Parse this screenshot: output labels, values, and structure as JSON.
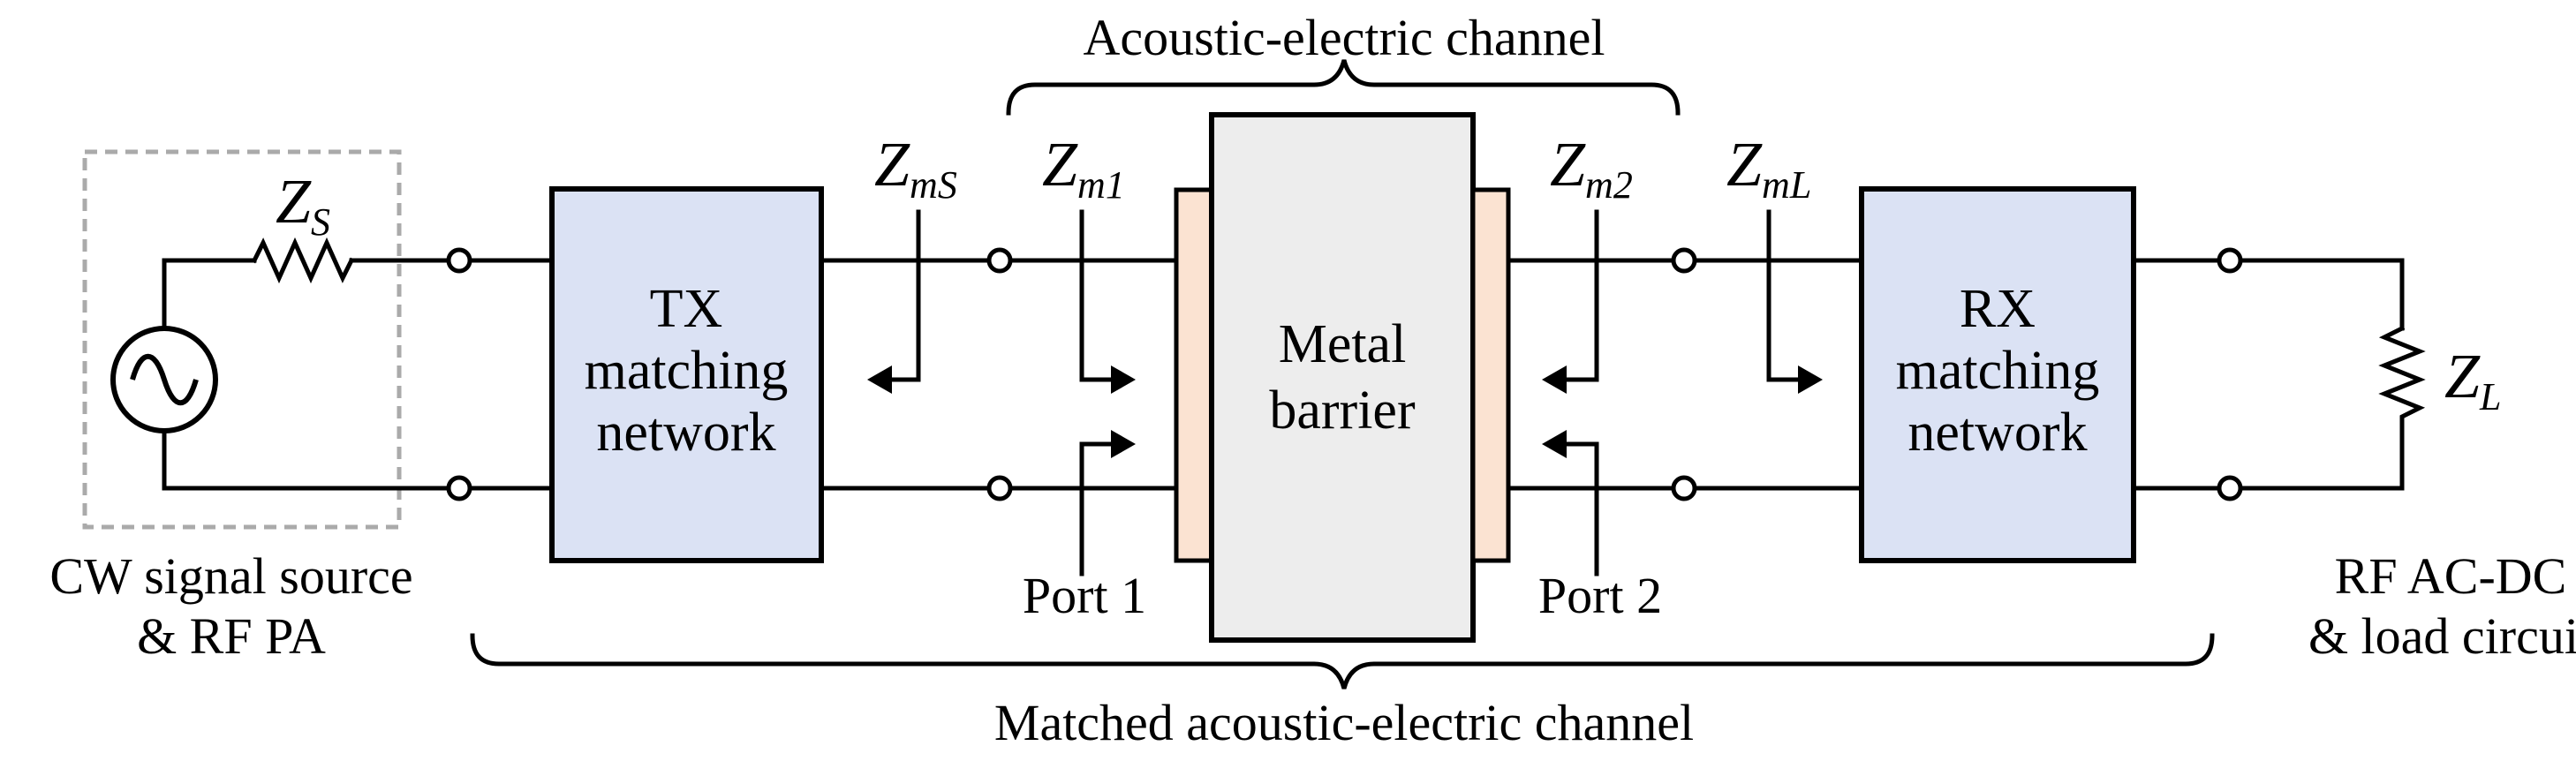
{
  "labels": {
    "top_brace": "Acoustic-electric channel",
    "bottom_brace": "Matched acoustic-electric channel",
    "source_line1": "CW signal source",
    "source_line2": "& RF PA",
    "load_line1": "RF AC-DC",
    "load_line2": "& load circuit",
    "port1": "Port 1",
    "port2": "Port 2"
  },
  "blocks": {
    "tx": {
      "line1": "TX",
      "line2": "matching",
      "line3": "network"
    },
    "rx": {
      "line1": "RX",
      "line2": "matching",
      "line3": "network"
    },
    "barrier": {
      "line1": "Metal",
      "line2": "barrier"
    }
  },
  "impedances": {
    "zs": {
      "main": "Z",
      "sub": "S"
    },
    "zms": {
      "main": "Z",
      "sub": "mS"
    },
    "zm1": {
      "main": "Z",
      "sub": "m1"
    },
    "zm2": {
      "main": "Z",
      "sub": "m2"
    },
    "zml": {
      "main": "Z",
      "sub": "mL"
    },
    "zl": {
      "main": "Z",
      "sub": "L"
    }
  },
  "colors": {
    "matching_fill": "#dbe2f4",
    "barrier_fill": "#ededed",
    "transducer_fill": "#fbe3d2",
    "source_frame": "#aaaaaa"
  }
}
